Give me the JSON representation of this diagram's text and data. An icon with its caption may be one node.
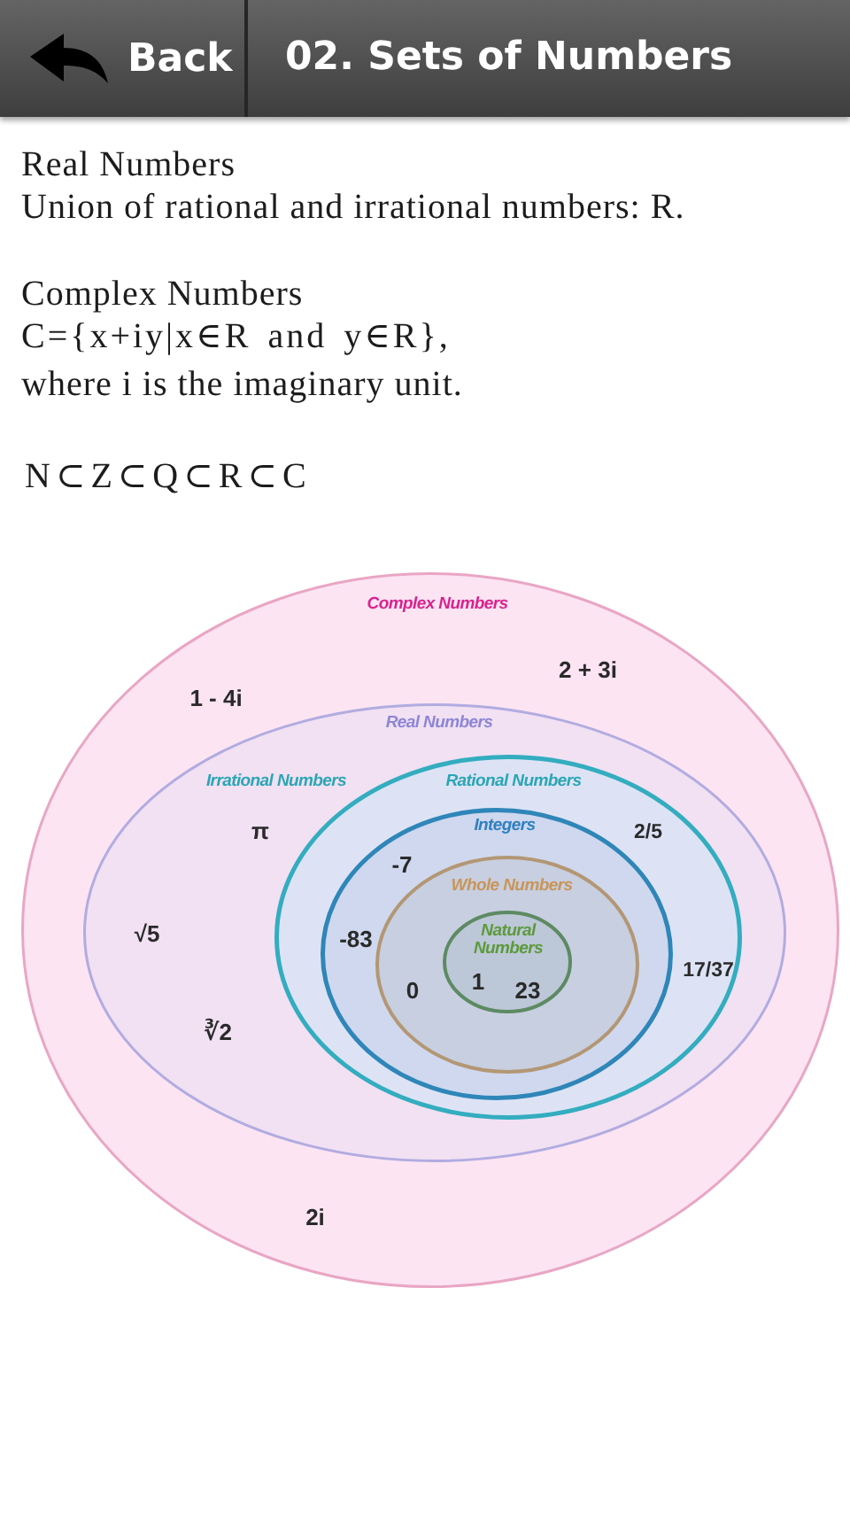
{
  "diagram": {
    "title": "02. Sets of Numbers",
    "nodes": [
      {
        "text": [
          "Complex Numbers",
          "2 + 3i",
          "1 - 4i",
          "2i"
        ]
      },
      {
        "text": [
          "Real Numbers",
          "Irrational Numbers",
          "π",
          "√5",
          "∛2"
        ],
        "in": 0
      },
      {
        "text": [
          "Rational Numbers",
          "2/5",
          "17/37"
        ],
        "in": 1
      },
      {
        "text": [
          "Integers",
          "-7",
          "-83"
        ],
        "in": 2
      },
      {
        "text": [
          "Whole Numbers",
          "0"
        ],
        "in": 3
      },
      {
        "text": [
          "Natural Numbers",
          "1",
          "23"
        ],
        "in": 4
      }
    ],
    "labels": [
      "Back",
      "Real Numbers",
      "Union of rational and irrational numbers: R.",
      "Complex Numbers",
      "C={x+iy|x∈R and y∈R},",
      "where i is the imaginary unit.",
      "N⊂Z⊂Q⊂R⊂C"
    ]
  }
}
